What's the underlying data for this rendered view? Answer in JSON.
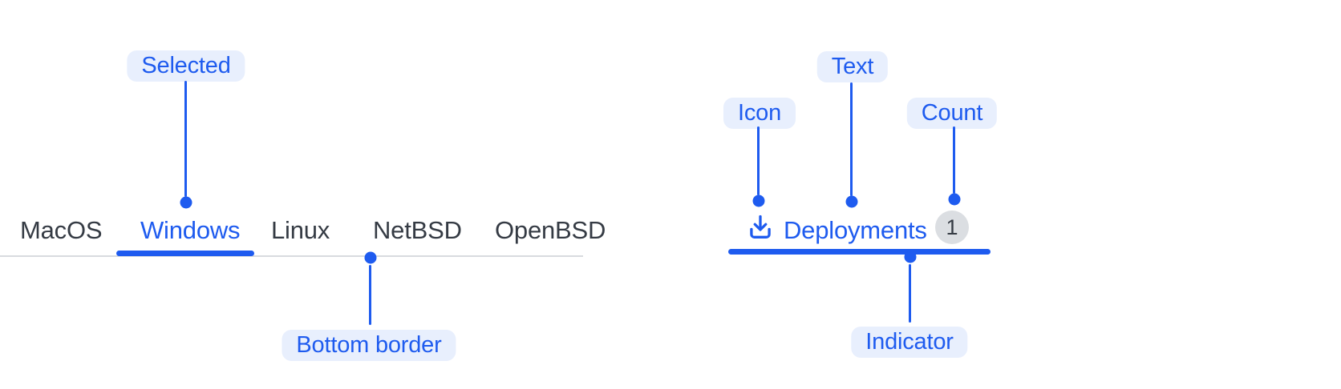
{
  "colors": {
    "accent": "#1e5bef",
    "annotation_pill_bg": "#e8effd",
    "tab_text": "#353b44",
    "divider": "#d8dbdf",
    "count_badge_bg": "#dbdee2"
  },
  "tab_group_example": {
    "annotations": {
      "selected": "Selected",
      "bottom_border": "Bottom border"
    },
    "tabs": [
      {
        "label": "MacOS",
        "selected": false
      },
      {
        "label": "Windows",
        "selected": true
      },
      {
        "label": "Linux",
        "selected": false
      },
      {
        "label": "NetBSD",
        "selected": false
      },
      {
        "label": "OpenBSD",
        "selected": false
      }
    ]
  },
  "tab_anatomy_example": {
    "annotations": {
      "icon": "Icon",
      "text": "Text",
      "count": "Count",
      "indicator": "Indicator"
    },
    "tab": {
      "icon": "download-icon",
      "label": "Deployments",
      "count": "1",
      "selected": true
    }
  }
}
